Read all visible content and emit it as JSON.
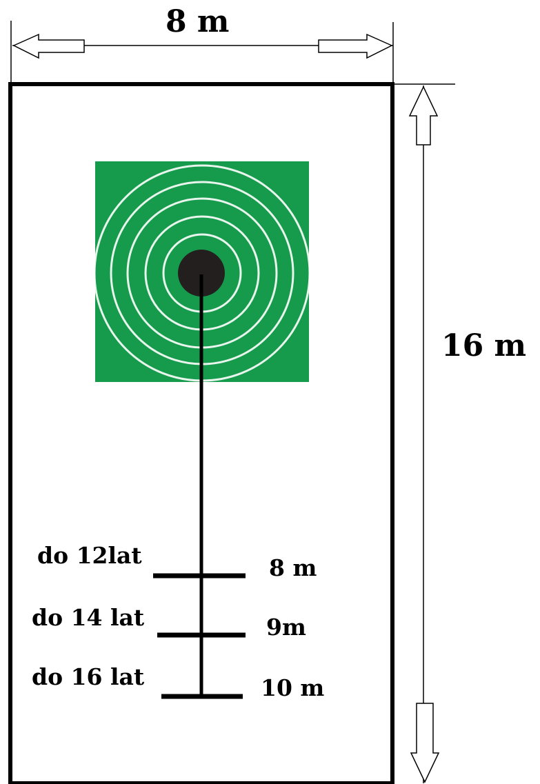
{
  "dimensions": {
    "width_label": "8 m",
    "length_label": "16 m"
  },
  "throw_lines": [
    {
      "age_label": "do 12lat",
      "distance_label": "8 m"
    },
    {
      "age_label": "do 14 lat",
      "distance_label": "9m"
    },
    {
      "age_label": "do 16 lat",
      "distance_label": "10 m"
    }
  ],
  "target": {
    "background_color": "#169b4c",
    "center_color": "#231f1e",
    "ring_color": "#ffffff",
    "ring_count": 5
  }
}
